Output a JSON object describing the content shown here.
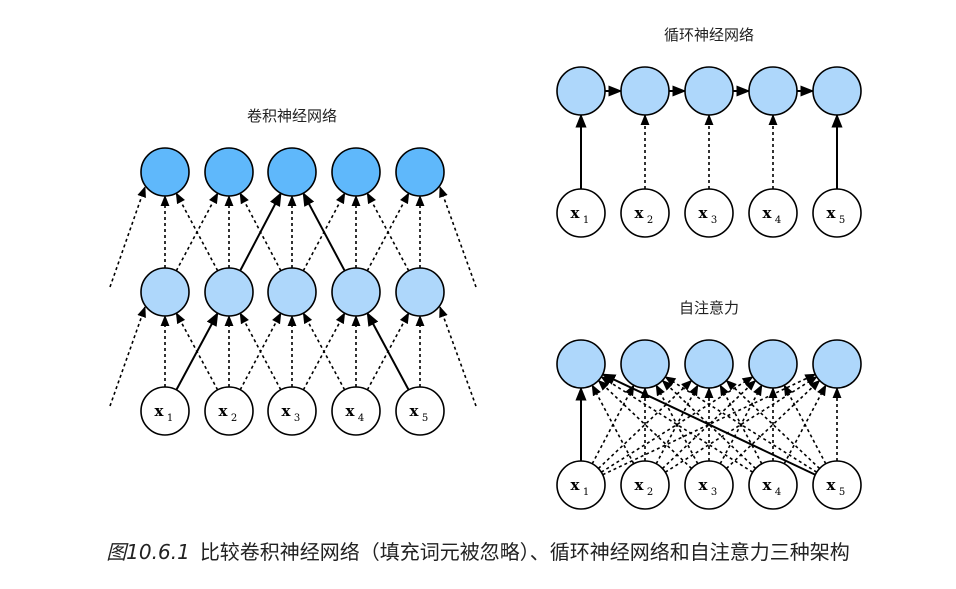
{
  "cnn": {
    "title": "卷积神经网络",
    "inputs": [
      {
        "x": "x",
        "sub": "1"
      },
      {
        "x": "x",
        "sub": "2"
      },
      {
        "x": "x",
        "sub": "3"
      },
      {
        "x": "x",
        "sub": "4"
      },
      {
        "x": "x",
        "sub": "5"
      }
    ]
  },
  "rnn": {
    "title": "循环神经网络",
    "inputs": [
      {
        "x": "x",
        "sub": "1"
      },
      {
        "x": "x",
        "sub": "2"
      },
      {
        "x": "x",
        "sub": "3"
      },
      {
        "x": "x",
        "sub": "4"
      },
      {
        "x": "x",
        "sub": "5"
      }
    ]
  },
  "attention": {
    "title": "自注意力",
    "inputs": [
      {
        "x": "x",
        "sub": "1"
      },
      {
        "x": "x",
        "sub": "2"
      },
      {
        "x": "x",
        "sub": "3"
      },
      {
        "x": "x",
        "sub": "4"
      },
      {
        "x": "x",
        "sub": "5"
      }
    ]
  },
  "caption": {
    "figure_label": "图10.6.1",
    "text": "比较卷积神经网络（填充词元被忽略）、循环神经网络和自注意力三种架构"
  },
  "colors": {
    "top_node": "#5fb8fb",
    "hidden_node": "#aed7fb",
    "input_node": "#ffffff"
  }
}
